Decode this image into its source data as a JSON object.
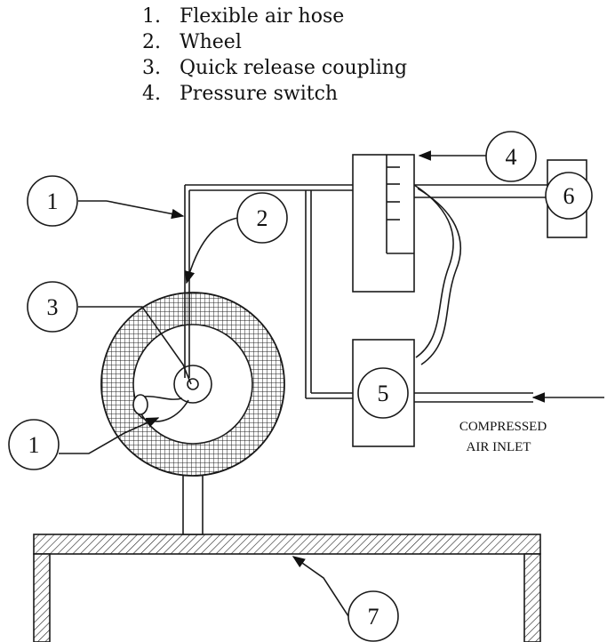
{
  "legend": {
    "items": [
      {
        "num": "1.",
        "label": "Flexible air hose"
      },
      {
        "num": "2.",
        "label": "Wheel"
      },
      {
        "num": "3.",
        "label": "Quick release coupling"
      },
      {
        "num": "4.",
        "label": "Pressure switch"
      }
    ]
  },
  "diagram": {
    "callouts": {
      "c1_top": "1",
      "c2": "2",
      "c3": "3",
      "c1_bottom": "1",
      "c4": "4",
      "c5": "5",
      "c6": "6",
      "c7": "7"
    },
    "inlet_line1": "COMPRESSED",
    "inlet_line2": "AIR INLET"
  }
}
